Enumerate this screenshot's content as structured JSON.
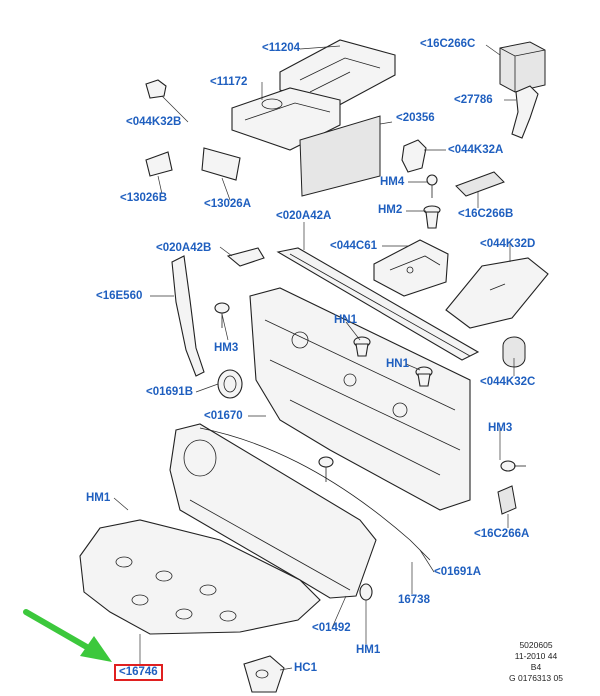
{
  "labels": {
    "l11204": "<11204",
    "l16c266c": "<16C266C",
    "l11172": "<11172",
    "l27786": "<27786",
    "l044k32b": "<044K32B",
    "l20356": "<20356",
    "l044k32a": "<044K32A",
    "l13026b": "<13026B",
    "l13026a": "<13026A",
    "hm4": "HM4",
    "hm2_top": "HM2",
    "l16c266b": "<16C266B",
    "l020a42a": "<020A42A",
    "l020a42b": "<020A42B",
    "l044c61": "<044C61",
    "l044k32d": "<044K32D",
    "l16e560": "<16E560",
    "hn1_a": "HN1",
    "hm3_left": "HM3",
    "hn1_b": "HN1",
    "l01691b": "<01691B",
    "l044k32c": "<044K32C",
    "l01670": "<01670",
    "hm3_right": "HM3",
    "hm1_top": "HM1",
    "l16c266a": "<16C266A",
    "l01691a": "<01691A",
    "l16738": "16738",
    "l01492": "<01492",
    "hm1_bottom": "HM1",
    "l16746": "<16746",
    "hc1": "HC1"
  },
  "stamp": {
    "line1": "5020605",
    "line2": "11-2010 44",
    "line3": "B4",
    "line4": "G 0176313 05"
  },
  "colors": {
    "callout_text": "#1f5fbf",
    "highlight_box": "#e02020",
    "pointer_arrow": "#3cc83c"
  }
}
